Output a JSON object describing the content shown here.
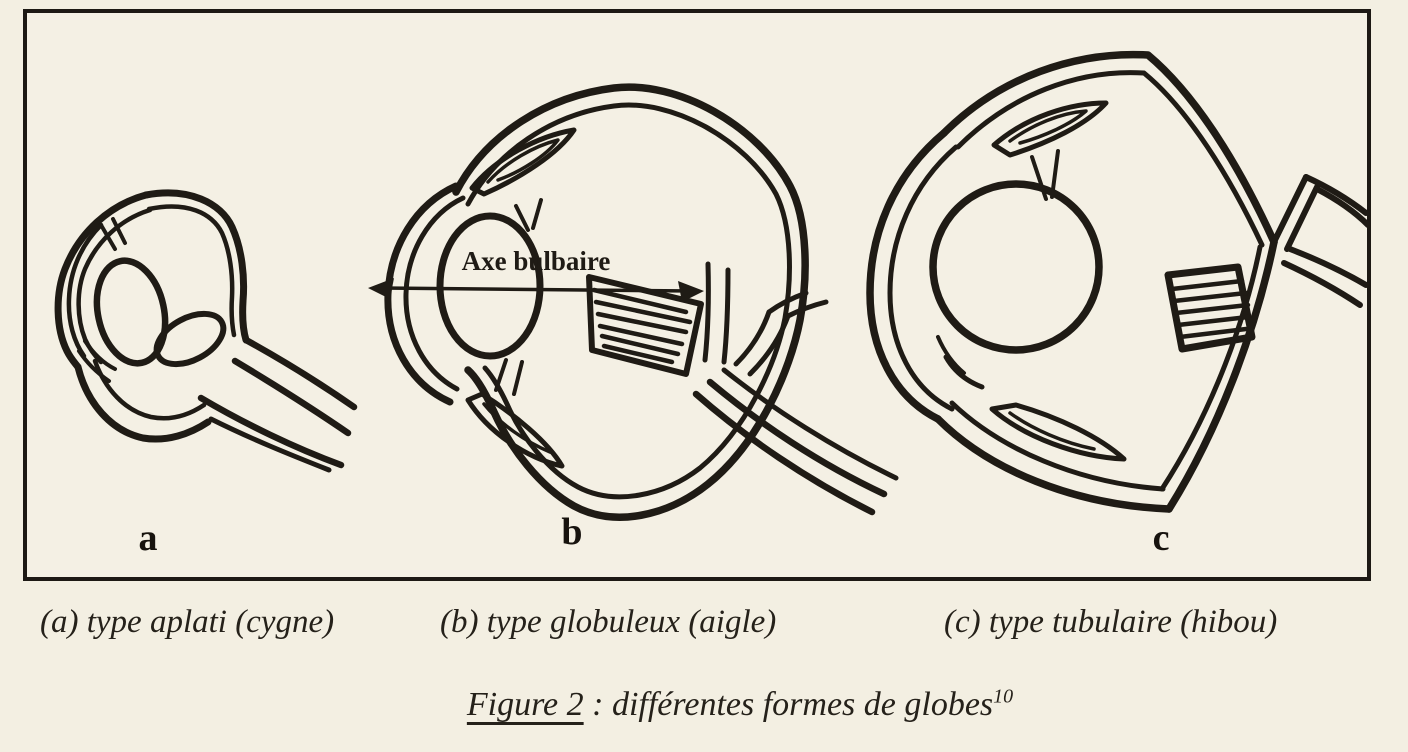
{
  "colors": {
    "paper": "#f3efe2",
    "ink": "#1f1b15"
  },
  "figure": {
    "panel_letters": {
      "a": "a",
      "b": "b",
      "c": "c"
    },
    "axis_label": "Axe bulbaire",
    "labels": {
      "a": "(a) type aplati (cygne)",
      "b": "(b) type globuleux (aigle)",
      "c": "(c) type tubulaire (hibou)"
    },
    "caption": {
      "title": "Figure 2",
      "separator": " : ",
      "text": "différentes formes de globes",
      "footnote_ref": "10"
    }
  }
}
